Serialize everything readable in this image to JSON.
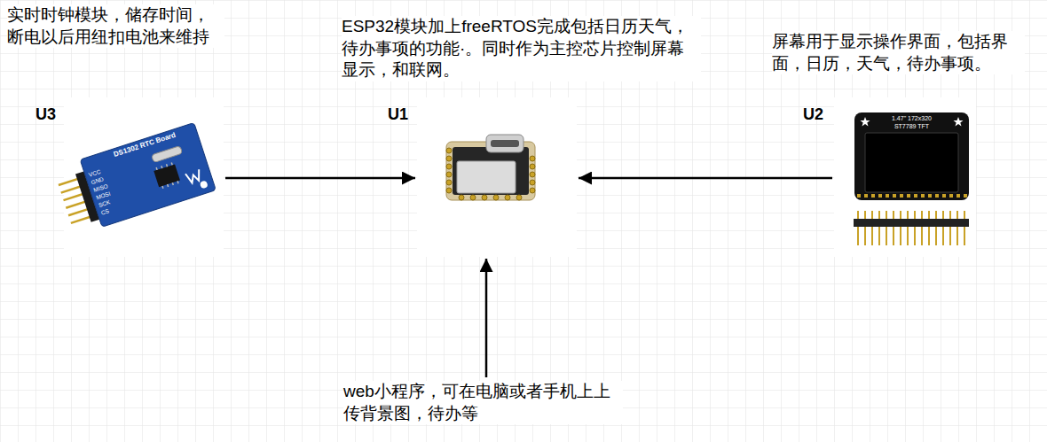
{
  "diagram": {
    "nodes": [
      {
        "text": [
          "实时时钟模块，储存时间，断电以后用纽扣电池来维持",
          "U3"
        ]
      },
      {
        "text": [
          "ESP32模块加上freeRTOS完成包括日历天气，待办事项的功能·。同时作为主控芯片控制屏幕显示，和联网。",
          "U1"
        ]
      },
      {
        "text": [
          "屏幕用于显示操作界面，包括界面，日历，天气，待办事项。",
          "U2"
        ]
      },
      {
        "text": [
          "web小程序，可在电脑或者手机上上传背景图，待办等"
        ]
      }
    ],
    "edges": [
      {
        "from": 0,
        "to": 1,
        "arrow": "to"
      },
      {
        "from": 2,
        "to": 1,
        "arrow": "to"
      },
      {
        "from": 3,
        "to": 1,
        "arrow": "to"
      }
    ],
    "labels": [
      "DS1302 RTC Board",
      "VCC",
      "GND",
      "MISO",
      "MOSI",
      "SCK",
      "CS",
      "1.47\" 172x320",
      "ST7789 TFT"
    ]
  }
}
